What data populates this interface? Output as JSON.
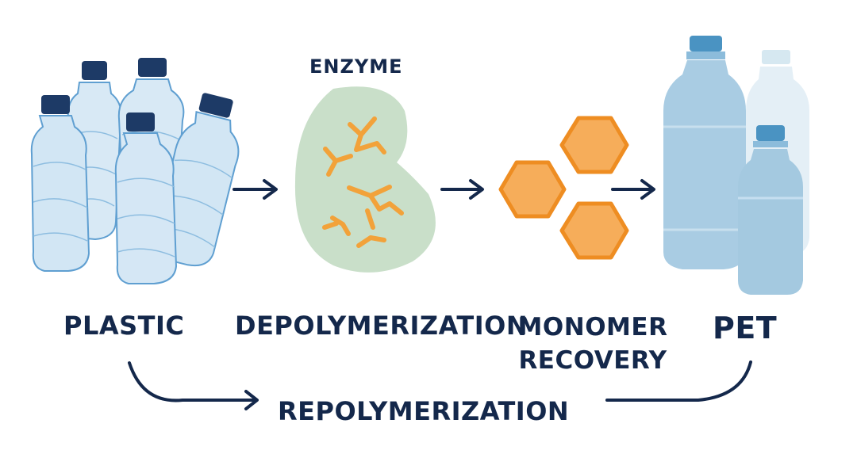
{
  "diagram": {
    "enzyme_label": "ENZYME",
    "steps": {
      "plastic": "PLASTIC",
      "depolymerization": "DEPOLYMERIZATION",
      "monomer_line1": "MONOMER",
      "monomer_line2": "RECOVERY",
      "pet": "PET"
    },
    "cycle_label": "REPOLYMERIZATION"
  },
  "colors": {
    "navy": "#14284b",
    "bottle_fill": "#cfe4f3",
    "bottle_stroke": "#5f9fd1",
    "bottle_cap": "#1d3a66",
    "enzyme_blob": "#c9dfc9",
    "enzyme_fragment": "#f2a23a",
    "monomer_fill": "#f6ad5a",
    "monomer_stroke": "#ee8d22",
    "pet_bottle": "#a9cce3"
  }
}
